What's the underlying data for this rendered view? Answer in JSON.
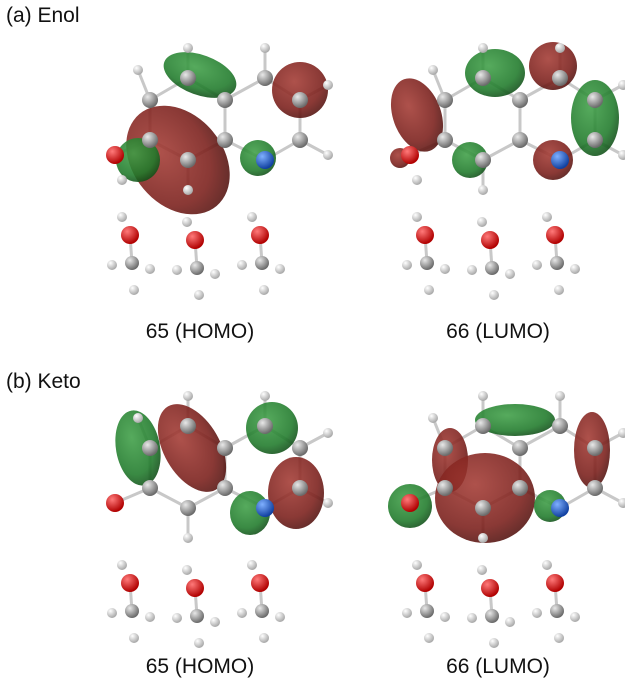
{
  "sections": [
    {
      "label": "(a) Enol",
      "panels": [
        {
          "caption": "65 (HOMO)"
        },
        {
          "caption": "66 (LUMO)"
        }
      ]
    },
    {
      "label": "(b) Keto",
      "panels": [
        {
          "caption": "65 (HOMO)"
        },
        {
          "caption": "66 (LUMO)"
        }
      ]
    }
  ],
  "colors": {
    "positive_lobe": "#7a1e1a",
    "negative_lobe": "#1f7a2a",
    "carbon": "#8c8c8c",
    "hydrogen": "#e6e6e6",
    "oxygen": "#e01010",
    "nitrogen": "#1f5fd0",
    "bond": "#c8c8c8"
  }
}
